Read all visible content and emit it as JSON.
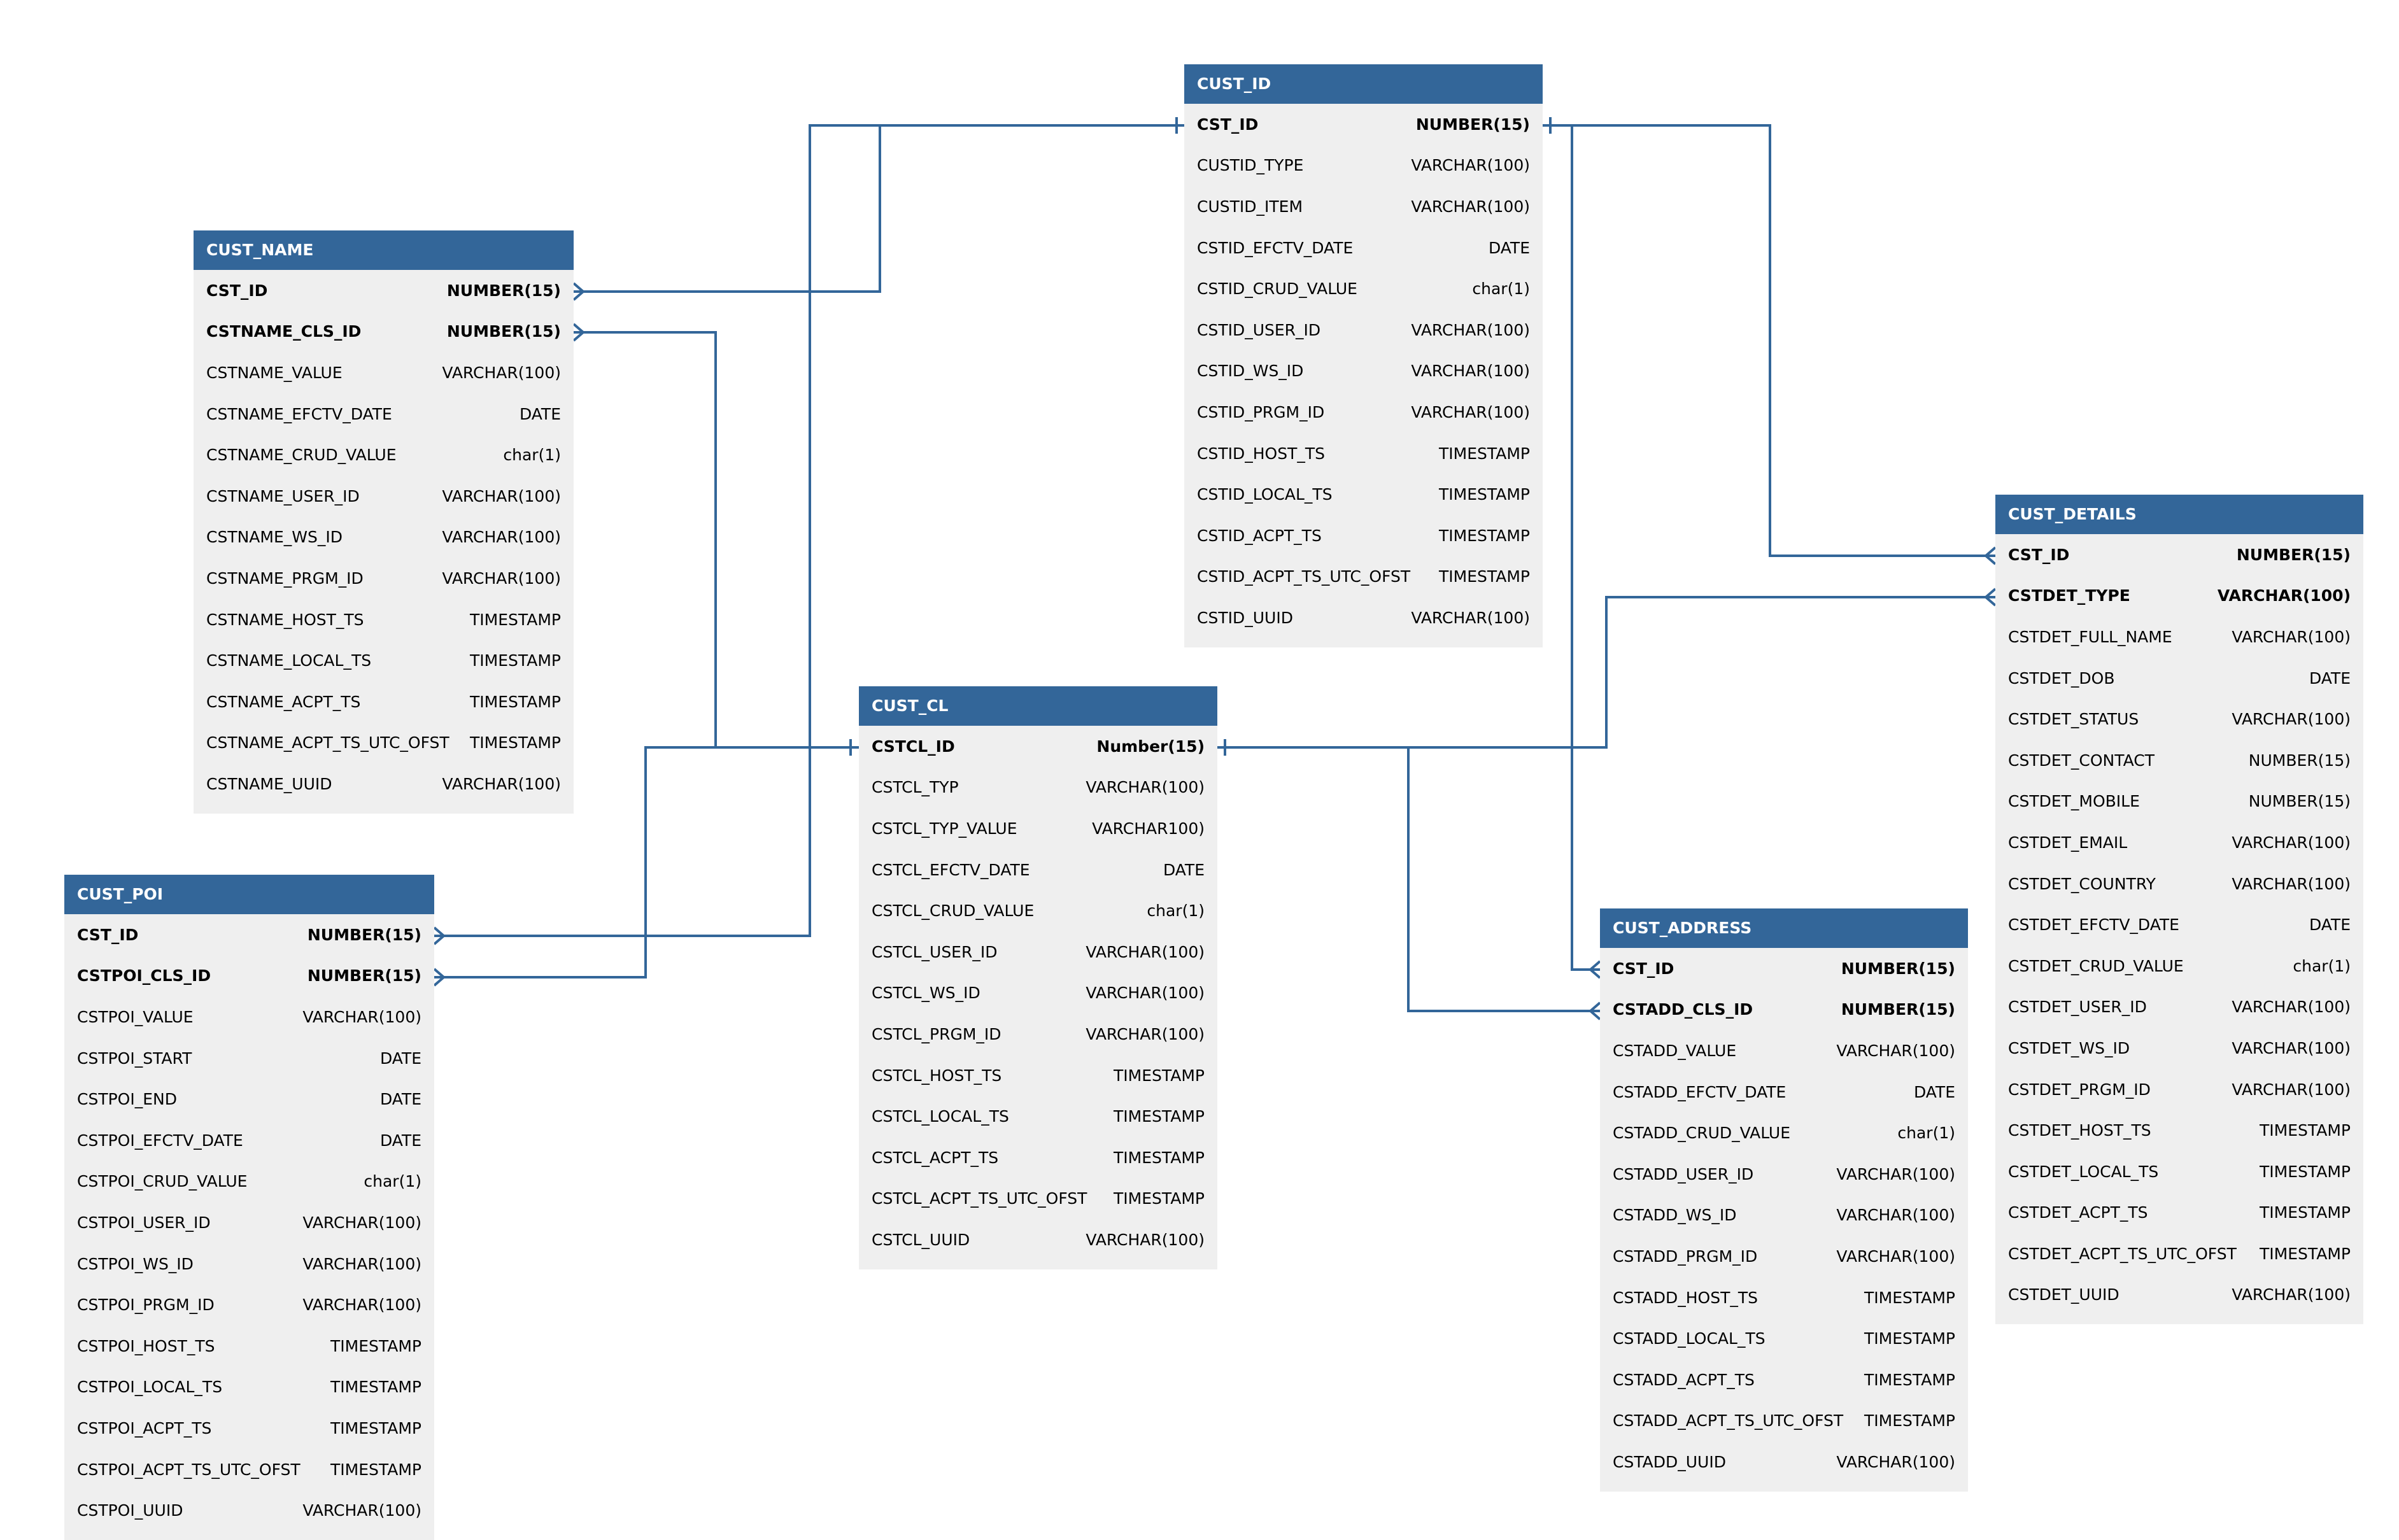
{
  "colors": {
    "header_bg": "#336699",
    "header_text": "#ffffff",
    "body_bg": "#efefef",
    "connector": "#336699"
  },
  "entities": {
    "cust_id": {
      "title": "CUST_ID",
      "fields": [
        {
          "name": "CST_ID",
          "type": "NUMBER(15)",
          "key": true
        },
        {
          "name": "CUSTID_TYPE",
          "type": "VARCHAR(100)",
          "key": false
        },
        {
          "name": "CUSTID_ITEM",
          "type": "VARCHAR(100)",
          "key": false
        },
        {
          "name": "CSTID_EFCTV_DATE",
          "type": "DATE",
          "key": false
        },
        {
          "name": "CSTID_CRUD_VALUE",
          "type": "char(1)",
          "key": false
        },
        {
          "name": "CSTID_USER_ID",
          "type": "VARCHAR(100)",
          "key": false
        },
        {
          "name": "CSTID_WS_ID",
          "type": "VARCHAR(100)",
          "key": false
        },
        {
          "name": "CSTID_PRGM_ID",
          "type": "VARCHAR(100)",
          "key": false
        },
        {
          "name": "CSTID_HOST_TS",
          "type": "TIMESTAMP",
          "key": false
        },
        {
          "name": "CSTID_LOCAL_TS",
          "type": "TIMESTAMP",
          "key": false
        },
        {
          "name": "CSTID_ACPT_TS",
          "type": "TIMESTAMP",
          "key": false
        },
        {
          "name": "CSTID_ACPT_TS_UTC_OFST",
          "type": "TIMESTAMP",
          "key": false
        },
        {
          "name": "CSTID_UUID",
          "type": "VARCHAR(100)",
          "key": false
        }
      ]
    },
    "cust_name": {
      "title": "CUST_NAME",
      "fields": [
        {
          "name": "CST_ID",
          "type": "NUMBER(15)",
          "key": true
        },
        {
          "name": "CSTNAME_CLS_ID",
          "type": "NUMBER(15)",
          "key": true
        },
        {
          "name": "CSTNAME_VALUE",
          "type": "VARCHAR(100)",
          "key": false
        },
        {
          "name": "CSTNAME_EFCTV_DATE",
          "type": "DATE",
          "key": false
        },
        {
          "name": "CSTNAME_CRUD_VALUE",
          "type": "char(1)",
          "key": false
        },
        {
          "name": "CSTNAME_USER_ID",
          "type": "VARCHAR(100)",
          "key": false
        },
        {
          "name": "CSTNAME_WS_ID",
          "type": "VARCHAR(100)",
          "key": false
        },
        {
          "name": "CSTNAME_PRGM_ID",
          "type": "VARCHAR(100)",
          "key": false
        },
        {
          "name": "CSTNAME_HOST_TS",
          "type": "TIMESTAMP",
          "key": false
        },
        {
          "name": "CSTNAME_LOCAL_TS",
          "type": "TIMESTAMP",
          "key": false
        },
        {
          "name": "CSTNAME_ACPT_TS",
          "type": "TIMESTAMP",
          "key": false
        },
        {
          "name": "CSTNAME_ACPT_TS_UTC_OFST",
          "type": "TIMESTAMP",
          "key": false
        },
        {
          "name": "CSTNAME_UUID",
          "type": "VARCHAR(100)",
          "key": false
        }
      ]
    },
    "cust_cl": {
      "title": "CUST_CL",
      "fields": [
        {
          "name": "CSTCL_ID",
          "type": "Number(15)",
          "key": true
        },
        {
          "name": "CSTCL_TYP",
          "type": "VARCHAR(100)",
          "key": false
        },
        {
          "name": "CSTCL_TYP_VALUE",
          "type": "VARCHAR100)",
          "key": false
        },
        {
          "name": "CSTCL_EFCTV_DATE",
          "type": "DATE",
          "key": false
        },
        {
          "name": "CSTCL_CRUD_VALUE",
          "type": "char(1)",
          "key": false
        },
        {
          "name": "CSTCL_USER_ID",
          "type": "VARCHAR(100)",
          "key": false
        },
        {
          "name": "CSTCL_WS_ID",
          "type": "VARCHAR(100)",
          "key": false
        },
        {
          "name": "CSTCL_PRGM_ID",
          "type": "VARCHAR(100)",
          "key": false
        },
        {
          "name": "CSTCL_HOST_TS",
          "type": "TIMESTAMP",
          "key": false
        },
        {
          "name": "CSTCL_LOCAL_TS",
          "type": "TIMESTAMP",
          "key": false
        },
        {
          "name": "CSTCL_ACPT_TS",
          "type": "TIMESTAMP",
          "key": false
        },
        {
          "name": "CSTCL_ACPT_TS_UTC_OFST",
          "type": "TIMESTAMP",
          "key": false
        },
        {
          "name": "CSTCL_UUID",
          "type": "VARCHAR(100)",
          "key": false
        }
      ]
    },
    "cust_poi": {
      "title": "CUST_POI",
      "fields": [
        {
          "name": "CST_ID",
          "type": "NUMBER(15)",
          "key": true
        },
        {
          "name": "CSTPOI_CLS_ID",
          "type": "NUMBER(15)",
          "key": true
        },
        {
          "name": "CSTPOI_VALUE",
          "type": "VARCHAR(100)",
          "key": false
        },
        {
          "name": "CSTPOI_START",
          "type": "DATE",
          "key": false
        },
        {
          "name": "CSTPOI_END",
          "type": "DATE",
          "key": false
        },
        {
          "name": "CSTPOI_EFCTV_DATE",
          "type": "DATE",
          "key": false
        },
        {
          "name": "CSTPOI_CRUD_VALUE",
          "type": "char(1)",
          "key": false
        },
        {
          "name": "CSTPOI_USER_ID",
          "type": "VARCHAR(100)",
          "key": false
        },
        {
          "name": "CSTPOI_WS_ID",
          "type": "VARCHAR(100)",
          "key": false
        },
        {
          "name": "CSTPOI_PRGM_ID",
          "type": "VARCHAR(100)",
          "key": false
        },
        {
          "name": "CSTPOI_HOST_TS",
          "type": "TIMESTAMP",
          "key": false
        },
        {
          "name": "CSTPOI_LOCAL_TS",
          "type": "TIMESTAMP",
          "key": false
        },
        {
          "name": "CSTPOI_ACPT_TS",
          "type": "TIMESTAMP",
          "key": false
        },
        {
          "name": "CSTPOI_ACPT_TS_UTC_OFST",
          "type": "TIMESTAMP",
          "key": false
        },
        {
          "name": "CSTPOI_UUID",
          "type": "VARCHAR(100)",
          "key": false
        }
      ]
    },
    "cust_address": {
      "title": "CUST_ADDRESS",
      "fields": [
        {
          "name": "CST_ID",
          "type": "NUMBER(15)",
          "key": true
        },
        {
          "name": "CSTADD_CLS_ID",
          "type": "NUMBER(15)",
          "key": true
        },
        {
          "name": "CSTADD_VALUE",
          "type": "VARCHAR(100)",
          "key": false
        },
        {
          "name": "CSTADD_EFCTV_DATE",
          "type": "DATE",
          "key": false
        },
        {
          "name": "CSTADD_CRUD_VALUE",
          "type": "char(1)",
          "key": false
        },
        {
          "name": "CSTADD_USER_ID",
          "type": "VARCHAR(100)",
          "key": false
        },
        {
          "name": "CSTADD_WS_ID",
          "type": "VARCHAR(100)",
          "key": false
        },
        {
          "name": "CSTADD_PRGM_ID",
          "type": "VARCHAR(100)",
          "key": false
        },
        {
          "name": "CSTADD_HOST_TS",
          "type": "TIMESTAMP",
          "key": false
        },
        {
          "name": "CSTADD_LOCAL_TS",
          "type": "TIMESTAMP",
          "key": false
        },
        {
          "name": "CSTADD_ACPT_TS",
          "type": "TIMESTAMP",
          "key": false
        },
        {
          "name": "CSTADD_ACPT_TS_UTC_OFST",
          "type": "TIMESTAMP",
          "key": false
        },
        {
          "name": "CSTADD_UUID",
          "type": "VARCHAR(100)",
          "key": false
        }
      ]
    },
    "cust_details": {
      "title": "CUST_DETAILS",
      "fields": [
        {
          "name": "CST_ID",
          "type": "NUMBER(15)",
          "key": true
        },
        {
          "name": "CSTDET_TYPE",
          "type": "VARCHAR(100)",
          "key": true
        },
        {
          "name": "CSTDET_FULL_NAME",
          "type": "VARCHAR(100)",
          "key": false
        },
        {
          "name": "CSTDET_DOB",
          "type": "DATE",
          "key": false
        },
        {
          "name": "CSTDET_STATUS",
          "type": "VARCHAR(100)",
          "key": false
        },
        {
          "name": "CSTDET_CONTACT",
          "type": "NUMBER(15)",
          "key": false
        },
        {
          "name": "CSTDET_MOBILE",
          "type": "NUMBER(15)",
          "key": false
        },
        {
          "name": "CSTDET_EMAIL",
          "type": "VARCHAR(100)",
          "key": false
        },
        {
          "name": "CSTDET_COUNTRY",
          "type": "VARCHAR(100)",
          "key": false
        },
        {
          "name": "CSTDET_EFCTV_DATE",
          "type": "DATE",
          "key": false
        },
        {
          "name": "CSTDET_CRUD_VALUE",
          "type": "char(1)",
          "key": false
        },
        {
          "name": "CSTDET_USER_ID",
          "type": "VARCHAR(100)",
          "key": false
        },
        {
          "name": "CSTDET_WS_ID",
          "type": "VARCHAR(100)",
          "key": false
        },
        {
          "name": "CSTDET_PRGM_ID",
          "type": "VARCHAR(100)",
          "key": false
        },
        {
          "name": "CSTDET_HOST_TS",
          "type": "TIMESTAMP",
          "key": false
        },
        {
          "name": "CSTDET_LOCAL_TS",
          "type": "TIMESTAMP",
          "key": false
        },
        {
          "name": "CSTDET_ACPT_TS",
          "type": "TIMESTAMP",
          "key": false
        },
        {
          "name": "CSTDET_ACPT_TS_UTC_OFST",
          "type": "TIMESTAMP",
          "key": false
        },
        {
          "name": "CSTDET_UUID",
          "type": "VARCHAR(100)",
          "key": false
        }
      ]
    }
  },
  "relationships": [
    {
      "from": "CUST_ID.CST_ID",
      "to": "CUST_NAME.CST_ID",
      "cardinality": "one-to-many"
    },
    {
      "from": "CUST_ID.CST_ID",
      "to": "CUST_POI.CST_ID",
      "cardinality": "one-to-many"
    },
    {
      "from": "CUST_ID.CST_ID",
      "to": "CUST_DETAILS.CST_ID",
      "cardinality": "one-to-many"
    },
    {
      "from": "CUST_ID.CST_ID",
      "to": "CUST_ADDRESS.CST_ID",
      "cardinality": "one-to-many"
    },
    {
      "from": "CUST_CL.CSTCL_ID",
      "to": "CUST_NAME.CSTNAME_CLS_ID",
      "cardinality": "one-to-many"
    },
    {
      "from": "CUST_CL.CSTCL_ID",
      "to": "CUST_POI.CSTPOI_CLS_ID",
      "cardinality": "one-to-many"
    },
    {
      "from": "CUST_CL.CSTCL_ID",
      "to": "CUST_DETAILS.CSTDET_TYPE",
      "cardinality": "one-to-many"
    },
    {
      "from": "CUST_CL.CSTCL_ID",
      "to": "CUST_ADDRESS.CSTADD_CLS_ID",
      "cardinality": "one-to-many"
    }
  ]
}
